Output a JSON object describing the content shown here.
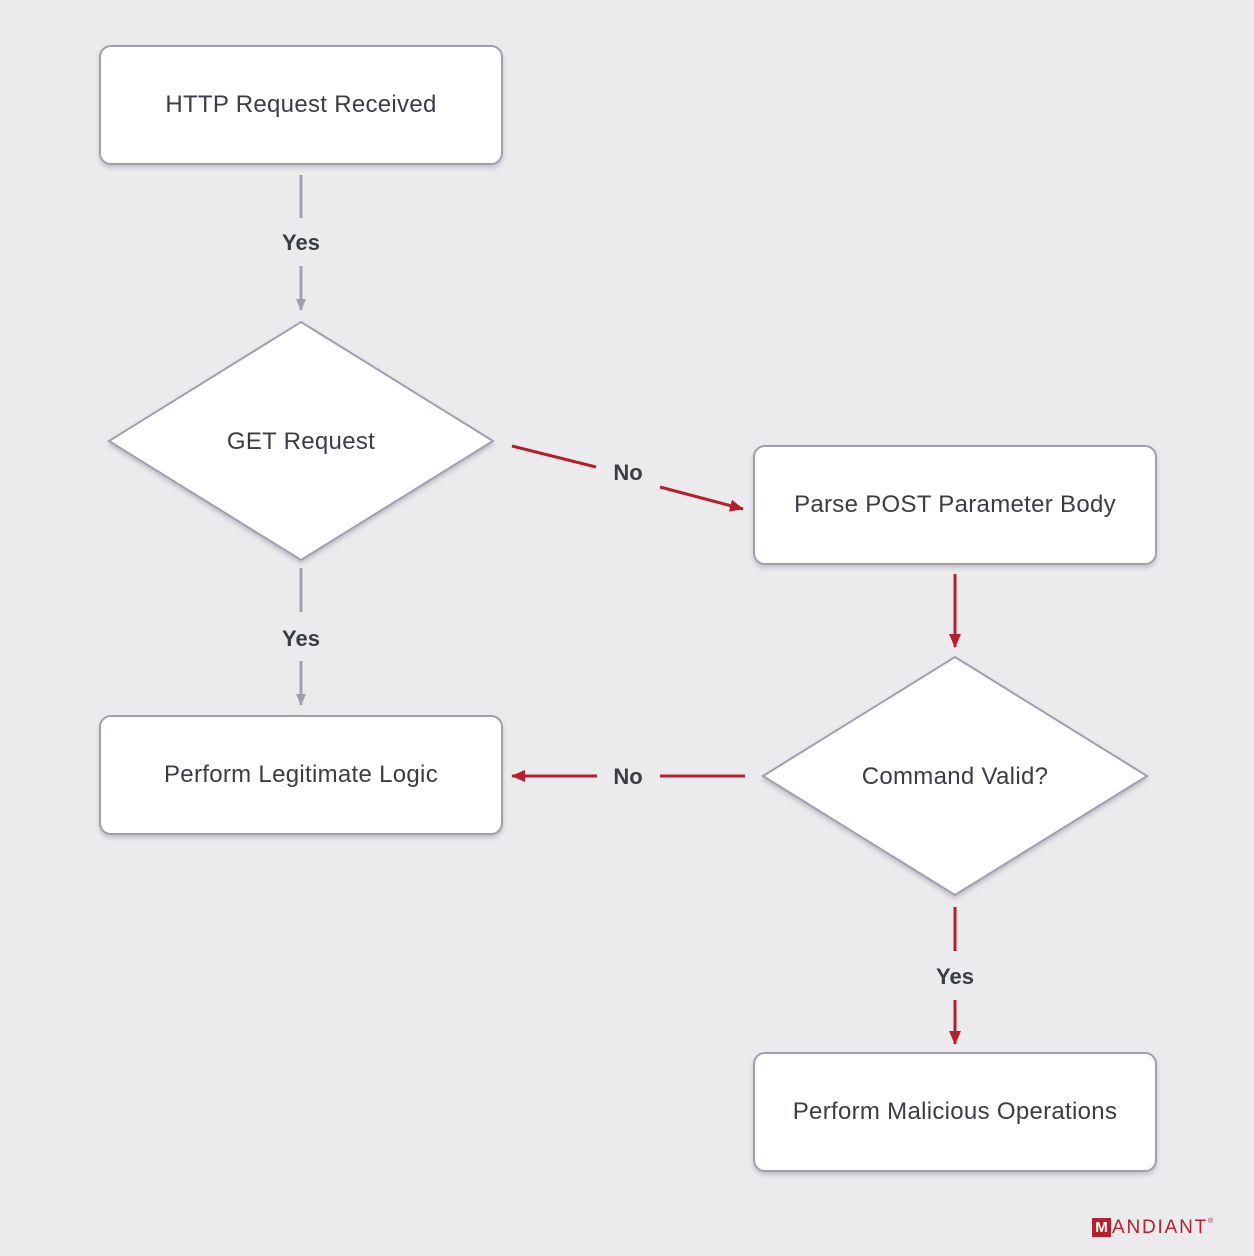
{
  "nodes": {
    "http_request_received": "HTTP Request Received",
    "get_request": "GET Request",
    "parse_post_body": "Parse POST Parameter Body",
    "perform_legitimate_logic": "Perform Legitimate Logic",
    "command_valid": "Command Valid?",
    "perform_malicious_operations": "Perform Malicious Operations"
  },
  "edges": {
    "received_to_get": "Yes",
    "get_to_parse": "No",
    "get_to_legitimate": "Yes",
    "command_to_legitimate": "No",
    "command_to_malicious": "Yes"
  },
  "brand": {
    "logo_initial": "M",
    "logo_rest": "ANDIANT",
    "trademark": "®"
  },
  "colors": {
    "neutral_arrow": "#9ea1ad",
    "malicious_path": "#b5202e",
    "background": "#ebebee"
  }
}
